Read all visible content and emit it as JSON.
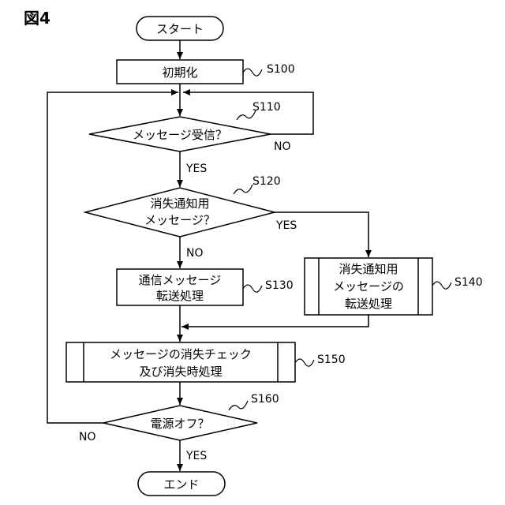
{
  "figure_label": "図4",
  "nodes": {
    "start": "スタート",
    "init": "初期化",
    "msg_received": "メッセージ受信？",
    "is_disappear_line1": "消失通知用",
    "is_disappear_line2": "メッセージ？",
    "forward_line1": "通信メッセージ",
    "forward_line2": "転送処理",
    "disappear_fwd_line1": "消失通知用",
    "disappear_fwd_line2": "メッセージの",
    "disappear_fwd_line3": "転送処理",
    "check_line1": "メッセージの消失チェック",
    "check_line2": "及び消失時処理",
    "power_off": "電源オフ？",
    "end": "エンド"
  },
  "steps": {
    "s100": "S100",
    "s110": "S110",
    "s120": "S120",
    "s130": "S130",
    "s140": "S140",
    "s150": "S150",
    "s160": "S160"
  },
  "branches": {
    "s110_no": "NO",
    "s110_yes": "YES",
    "s120_yes": "YES",
    "s120_no": "NO",
    "s160_no": "NO",
    "s160_yes": "YES"
  }
}
